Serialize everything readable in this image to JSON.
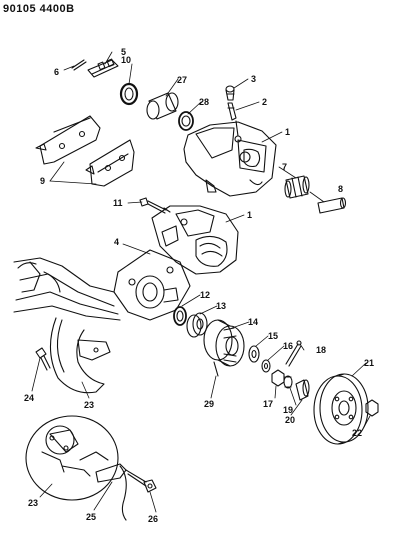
{
  "header": {
    "code": "90105 4400B"
  },
  "callouts": [
    {
      "id": "c1a",
      "label": "1"
    },
    {
      "id": "c1b",
      "label": "1"
    },
    {
      "id": "c2",
      "label": "2"
    },
    {
      "id": "c3",
      "label": "3"
    },
    {
      "id": "c4",
      "label": "4"
    },
    {
      "id": "c5",
      "label": "5"
    },
    {
      "id": "c6",
      "label": "6"
    },
    {
      "id": "c7",
      "label": "7"
    },
    {
      "id": "c8",
      "label": "8"
    },
    {
      "id": "c9",
      "label": "9"
    },
    {
      "id": "c10",
      "label": "10"
    },
    {
      "id": "c11",
      "label": "11"
    },
    {
      "id": "c12",
      "label": "12"
    },
    {
      "id": "c13",
      "label": "13"
    },
    {
      "id": "c14",
      "label": "14"
    },
    {
      "id": "c15",
      "label": "15"
    },
    {
      "id": "c16",
      "label": "16"
    },
    {
      "id": "c17",
      "label": "17"
    },
    {
      "id": "c18",
      "label": "18"
    },
    {
      "id": "c19",
      "label": "19"
    },
    {
      "id": "c20",
      "label": "20"
    },
    {
      "id": "c21",
      "label": "21"
    },
    {
      "id": "c22",
      "label": "22"
    },
    {
      "id": "c23a",
      "label": "23"
    },
    {
      "id": "c23b",
      "label": "23"
    },
    {
      "id": "c24",
      "label": "24"
    },
    {
      "id": "c25",
      "label": "25"
    },
    {
      "id": "c26",
      "label": "26"
    },
    {
      "id": "c27",
      "label": "27"
    },
    {
      "id": "c28",
      "label": "28"
    },
    {
      "id": "c29",
      "label": "29"
    }
  ]
}
